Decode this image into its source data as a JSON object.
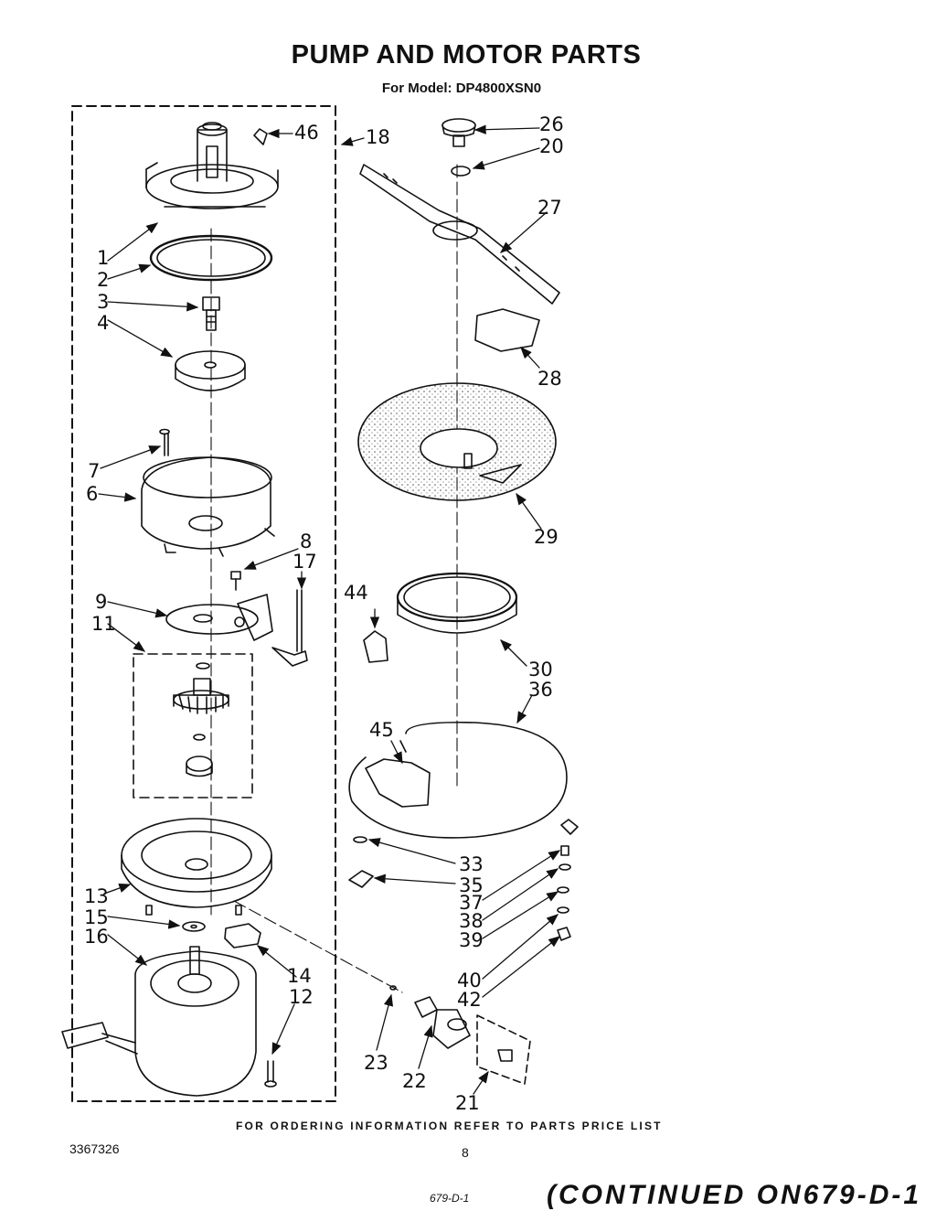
{
  "title": "PUMP AND MOTOR PARTS",
  "subtitle": "For Model: DP4800XSN0",
  "footer_note": "FOR ORDERING INFORMATION REFER TO PARTS PRICE LIST",
  "doc_number": "3367326",
  "page_number": "8",
  "continued": "(CONTINUED ON679-D-1",
  "scribble": "679-D-1",
  "callouts": {
    "c1": "1",
    "c2": "2",
    "c3": "3",
    "c4": "4",
    "c6": "6",
    "c7": "7",
    "c8": "8",
    "c9": "9",
    "c11": "11",
    "c12": "12",
    "c13": "13",
    "c14": "14",
    "c15": "15",
    "c16": "16",
    "c17": "17",
    "c18": "18",
    "c20": "20",
    "c21": "21",
    "c22": "22",
    "c23": "23",
    "c26": "26",
    "c27": "27",
    "c28": "28",
    "c29": "29",
    "c30": "30",
    "c33": "33",
    "c35": "35",
    "c36": "36",
    "c37": "37",
    "c38": "38",
    "c39": "39",
    "c40": "40",
    "c42": "42",
    "c44": "44",
    "c45": "45",
    "c46": "46"
  }
}
